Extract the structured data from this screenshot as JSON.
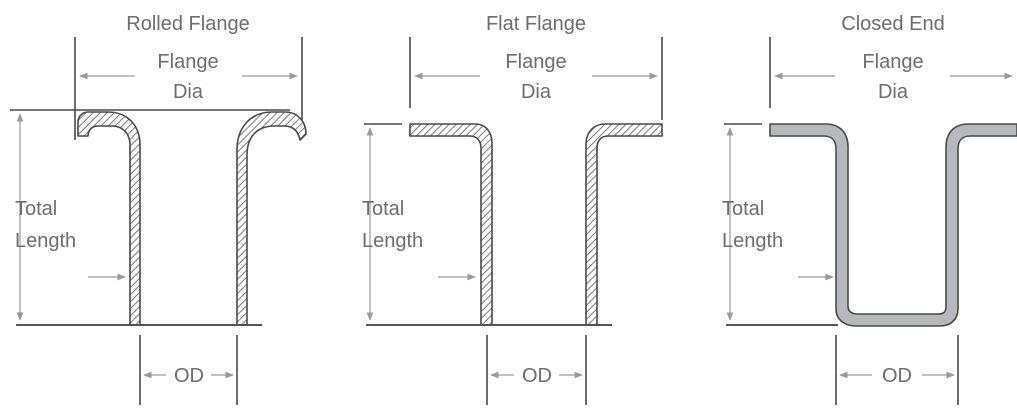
{
  "panels": [
    {
      "title": "Rolled Flange",
      "flange_label_1": "Flange",
      "flange_label_2": "Dia",
      "length_label_1": "Total",
      "length_label_2": "Length",
      "od_label": "OD"
    },
    {
      "title": "Flat Flange",
      "flange_label_1": "Flange",
      "flange_label_2": "Dia",
      "length_label_1": "Total",
      "length_label_2": "Length",
      "od_label": "OD"
    },
    {
      "title": "Closed End",
      "flange_label_1": "Flange",
      "flange_label_2": "Dia",
      "length_label_1": "Total",
      "length_label_2": "Length",
      "od_label": "OD"
    }
  ],
  "colors": {
    "outline": "#4a4a4a",
    "hatch": "#8a8a8a",
    "solid_wall": "#b5b9bd",
    "dimension": "#9a9a9a",
    "text": "#6e6e6e"
  }
}
